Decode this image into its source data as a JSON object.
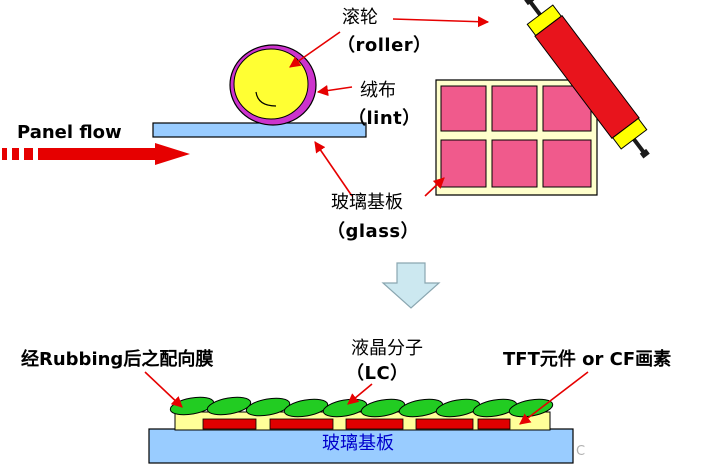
{
  "labels": {
    "roller_cn": "滚轮",
    "roller_en": "（roller）",
    "lint_cn": "绒布",
    "lint_en": "（lint）",
    "glass_cn": "玻璃基板",
    "glass_en": "（glass）",
    "panel_flow": "Panel flow",
    "lc_cn": "液晶分子",
    "lc_en": "（LC）",
    "rubbing": "经Rubbing后之配向膜",
    "tft": "TFT元件 or CF画素",
    "substrate": "玻璃基板",
    "corner_mark": "C"
  },
  "colors": {
    "roller_body": "#e8141c",
    "roller_cap": "#ffff00",
    "roller_axle": "#1a1a1a",
    "roller_wheel": "#ffff33",
    "roller_ring": "#cc33cc",
    "stage_plate": "#99ccff",
    "glass_frame": "#ffffcc",
    "glass_cell": "#f05a8c",
    "arrow": "#e60000",
    "down_arrow": "#cce8f0",
    "lc_molecule": "#22cc22",
    "alignment_layer": "#ffff99",
    "tft_element": "#e00000",
    "substrate": "#99ccff",
    "label_text": "#0000cc"
  }
}
